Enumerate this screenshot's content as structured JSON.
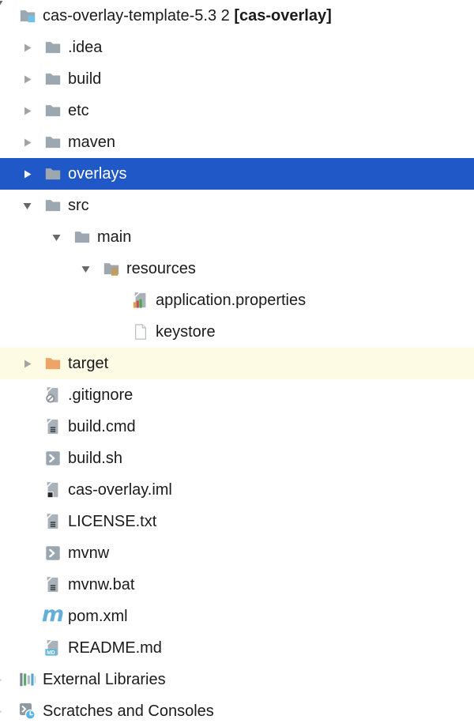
{
  "colors": {
    "selection_blue": "#2158C7",
    "highlight_yellow": "#FDFBE3",
    "folder_gray": "#9CA7B0",
    "excluded_orange": "#EDA567",
    "project_badge_blue": "#6FC1E5",
    "maven_blue": "#64AEDC",
    "badge_blue": "#5FB6DC",
    "green": "#59A869",
    "library_blue": "#4FA7D6",
    "text": "#1B1B1B",
    "background": "#FFFFFF"
  },
  "icons": {
    "maven_glyph": "m",
    "readme_badge": "MD"
  },
  "tree": {
    "rows": [
      {
        "name": "project-root",
        "label": "cas-overlay-template-5.3 2 ",
        "label_bold": "[cas-overlay]",
        "level": 0,
        "arrow": "down",
        "arrow_tone": "dark",
        "arrow_pos": "root-clip",
        "icon": "project-folder",
        "state": "none"
      },
      {
        "name": "idea",
        "label": ".idea",
        "level": 1,
        "arrow": "right",
        "arrow_tone": "mid",
        "icon": "folder",
        "state": "none"
      },
      {
        "name": "build",
        "label": "build",
        "level": 1,
        "arrow": "right",
        "arrow_tone": "mid",
        "icon": "folder",
        "state": "none"
      },
      {
        "name": "etc",
        "label": "etc",
        "level": 1,
        "arrow": "right",
        "arrow_tone": "mid",
        "icon": "folder",
        "state": "none"
      },
      {
        "name": "maven",
        "label": "maven",
        "level": 1,
        "arrow": "right",
        "arrow_tone": "mid",
        "icon": "folder",
        "state": "none"
      },
      {
        "name": "overlays",
        "label": "overlays",
        "level": 1,
        "arrow": "right",
        "arrow_tone": "white",
        "icon": "folder",
        "state": "selected"
      },
      {
        "name": "src",
        "label": "src",
        "level": 1,
        "arrow": "down",
        "arrow_tone": "dark",
        "icon": "folder",
        "state": "none"
      },
      {
        "name": "main",
        "label": "main",
        "level": 2,
        "arrow": "down",
        "arrow_tone": "dark",
        "icon": "folder",
        "state": "none"
      },
      {
        "name": "resources",
        "label": "resources",
        "level": 3,
        "arrow": "down",
        "arrow_tone": "dark",
        "icon": "folder-resources",
        "state": "none"
      },
      {
        "name": "application-properties",
        "label": "application.properties",
        "level": 4,
        "arrow": "none",
        "icon": "file-properties",
        "state": "none"
      },
      {
        "name": "keystore",
        "label": "keystore",
        "level": 4,
        "arrow": "none",
        "icon": "file-plain",
        "state": "none"
      },
      {
        "name": "target",
        "label": "target",
        "level": 1,
        "arrow": "right",
        "arrow_tone": "mid",
        "icon": "folder-excluded",
        "state": "highlighted"
      },
      {
        "name": "gitignore",
        "label": ".gitignore",
        "level": 1,
        "arrow": "none",
        "icon": "file-ignored",
        "state": "none"
      },
      {
        "name": "build-cmd",
        "label": "build.cmd",
        "level": 1,
        "arrow": "none",
        "icon": "file-text",
        "state": "none"
      },
      {
        "name": "build-sh",
        "label": "build.sh",
        "level": 1,
        "arrow": "none",
        "icon": "file-shell",
        "state": "none"
      },
      {
        "name": "cas-overlay-iml",
        "label": "cas-overlay.iml",
        "level": 1,
        "arrow": "none",
        "icon": "file-iml",
        "state": "none"
      },
      {
        "name": "license-txt",
        "label": "LICENSE.txt",
        "level": 1,
        "arrow": "none",
        "icon": "file-text",
        "state": "none"
      },
      {
        "name": "mvnw",
        "label": "mvnw",
        "level": 1,
        "arrow": "none",
        "icon": "file-shell",
        "state": "none"
      },
      {
        "name": "mvnw-bat",
        "label": "mvnw.bat",
        "level": 1,
        "arrow": "none",
        "icon": "file-text",
        "state": "none"
      },
      {
        "name": "pom-xml",
        "label": "pom.xml",
        "level": 1,
        "arrow": "none",
        "icon": "maven",
        "state": "none"
      },
      {
        "name": "readme-md",
        "label": "README.md",
        "level": 1,
        "arrow": "none",
        "icon": "file-readme",
        "state": "none"
      },
      {
        "name": "external-libraries",
        "label": "External Libraries",
        "level": 0,
        "arrow": "right",
        "arrow_tone": "faint",
        "arrow_pos": "edge-clip",
        "icon": "libraries",
        "state": "none"
      },
      {
        "name": "scratches-and-consoles",
        "label": "Scratches and Consoles",
        "level": 0,
        "arrow": "right",
        "arrow_tone": "faint",
        "arrow_pos": "edge-clip",
        "icon": "scratches",
        "state": "none"
      }
    ]
  }
}
